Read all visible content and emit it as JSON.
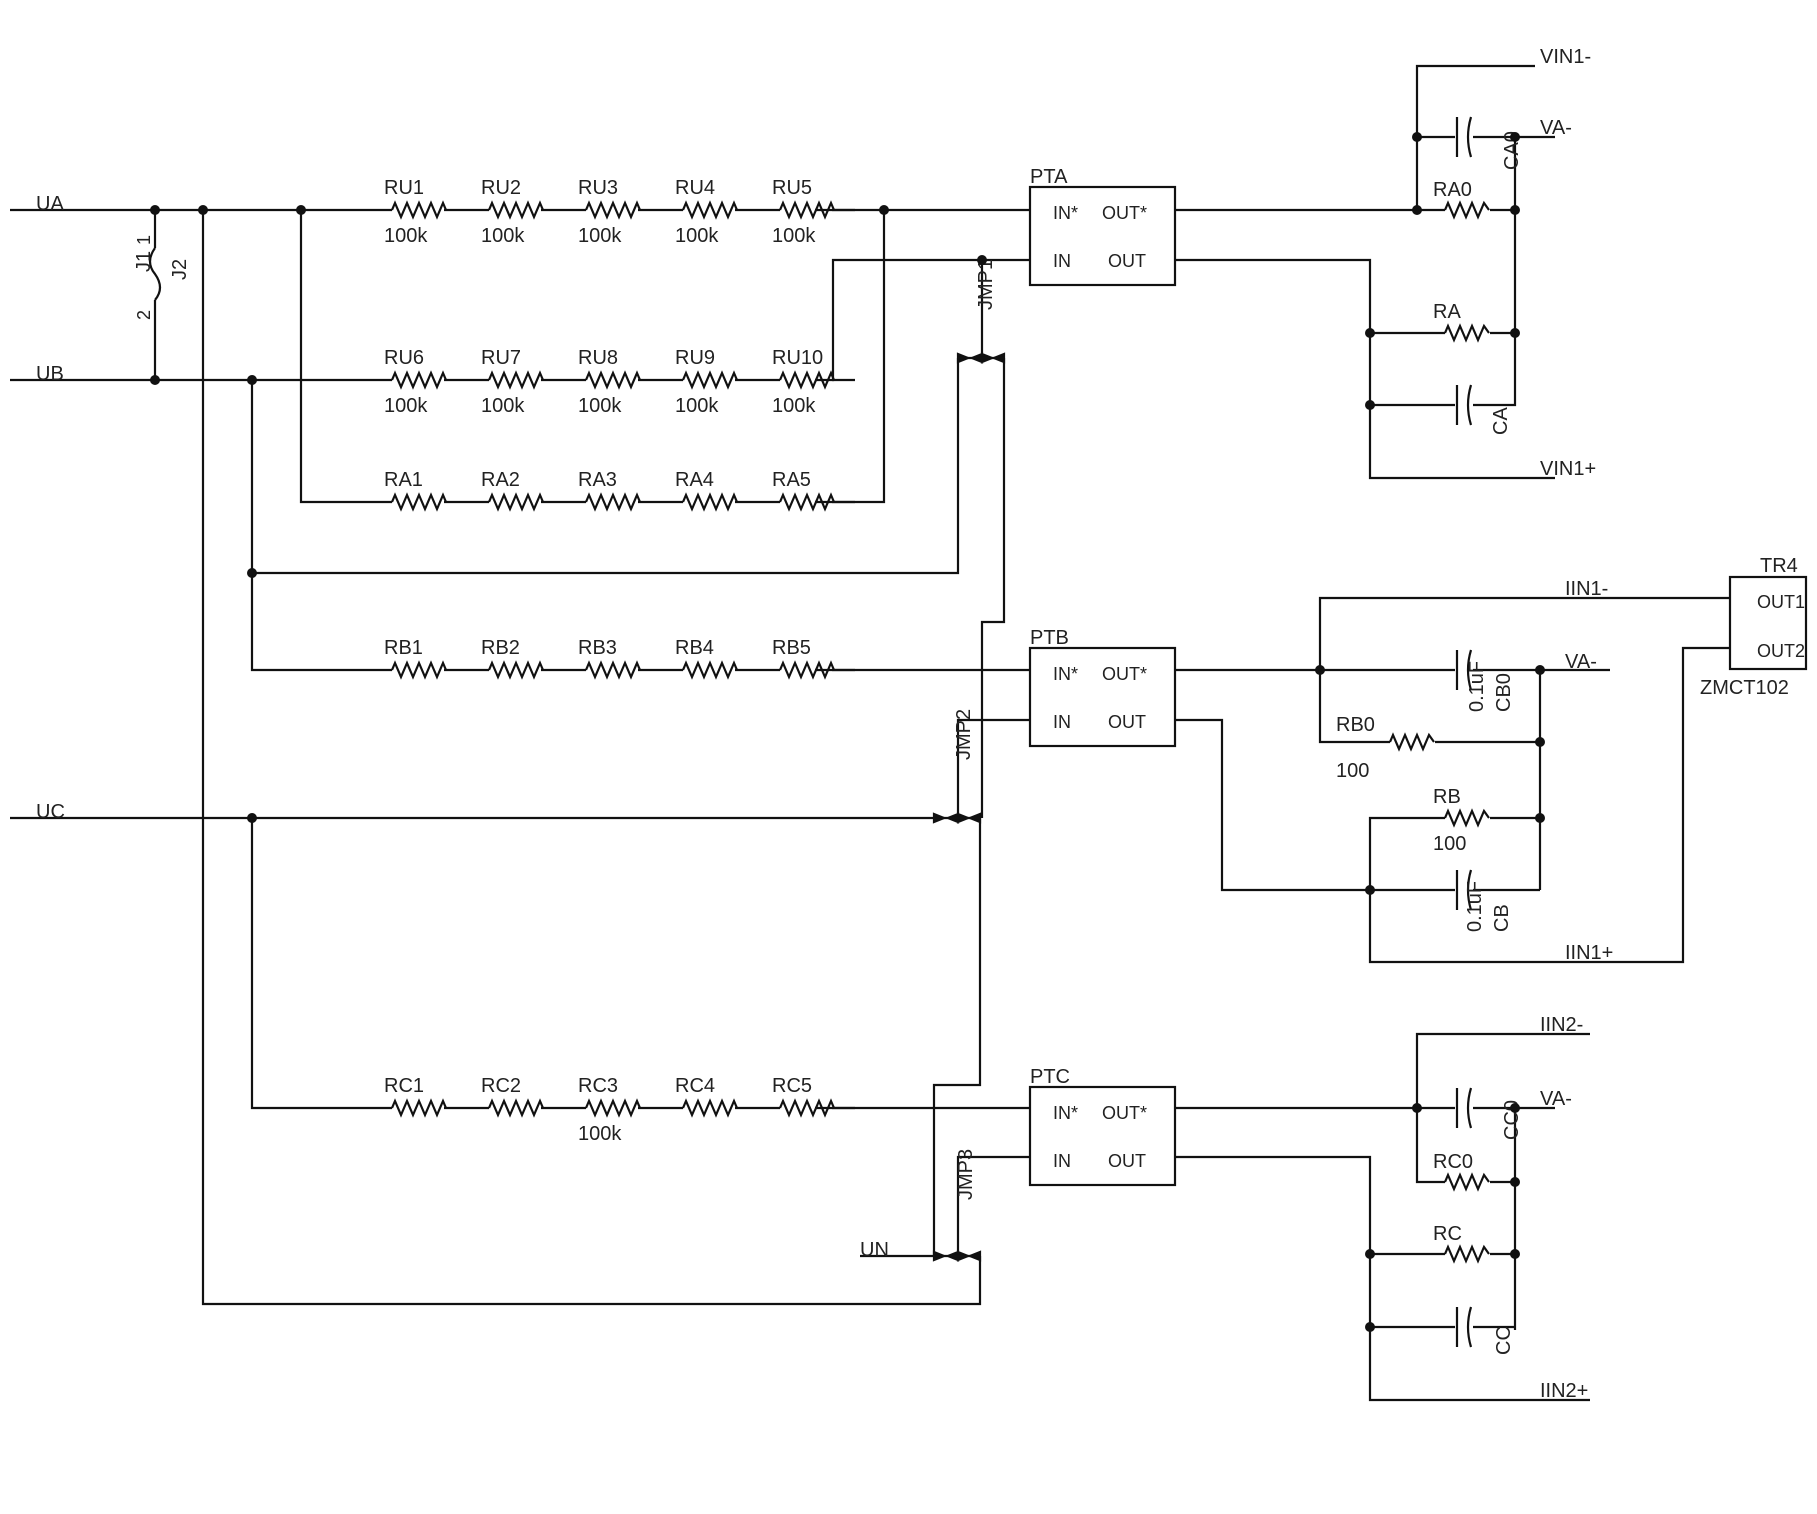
{
  "nets": {
    "ua": "UA",
    "ub": "UB",
    "uc": "UC",
    "un": "UN",
    "vin1_minus": "VIN1-",
    "vin1_plus": "VIN1+",
    "va_minus_a": "VA-",
    "va_minus_b": "VA-",
    "va_minus_c": "VA-",
    "iin1_minus": "IIN1-",
    "iin1_plus": "IIN1+",
    "iin2_minus": "IIN2-",
    "iin2_plus": "IIN2+"
  },
  "jumpers": {
    "j1": "J1",
    "j2": "J2",
    "j_pin1": "1",
    "j_pin2": "2",
    "jmp1": "JMP1",
    "jmp2": "JMP2",
    "jmp3": "JMP3"
  },
  "resistor_rows": {
    "ru_top": [
      {
        "ref": "RU1",
        "value": "100k"
      },
      {
        "ref": "RU2",
        "value": "100k"
      },
      {
        "ref": "RU3",
        "value": "100k"
      },
      {
        "ref": "RU4",
        "value": "100k"
      },
      {
        "ref": "RU5",
        "value": "100k"
      }
    ],
    "ru_bottom": [
      {
        "ref": "RU6",
        "value": "100k"
      },
      {
        "ref": "RU7",
        "value": "100k"
      },
      {
        "ref": "RU8",
        "value": "100k"
      },
      {
        "ref": "RU9",
        "value": "100k"
      },
      {
        "ref": "RU10",
        "value": "100k"
      }
    ],
    "ra": [
      {
        "ref": "RA1",
        "value": ""
      },
      {
        "ref": "RA2",
        "value": ""
      },
      {
        "ref": "RA3",
        "value": ""
      },
      {
        "ref": "RA4",
        "value": ""
      },
      {
        "ref": "RA5",
        "value": ""
      }
    ],
    "rb": [
      {
        "ref": "RB1",
        "value": ""
      },
      {
        "ref": "RB2",
        "value": ""
      },
      {
        "ref": "RB3",
        "value": ""
      },
      {
        "ref": "RB4",
        "value": ""
      },
      {
        "ref": "RB5",
        "value": ""
      }
    ],
    "rc": [
      {
        "ref": "RC1",
        "value": ""
      },
      {
        "ref": "RC2",
        "value": ""
      },
      {
        "ref": "RC3",
        "value": "100k"
      },
      {
        "ref": "RC4",
        "value": ""
      },
      {
        "ref": "RC5",
        "value": ""
      }
    ]
  },
  "transformers": {
    "pta": {
      "ref": "PTA",
      "in_star": "IN*",
      "out_star": "OUT*",
      "in": "IN",
      "out": "OUT"
    },
    "ptb": {
      "ref": "PTB",
      "in_star": "IN*",
      "out_star": "OUT*",
      "in": "IN",
      "out": "OUT"
    },
    "ptc": {
      "ref": "PTC",
      "in_star": "IN*",
      "out_star": "OUT*",
      "in": "IN",
      "out": "OUT"
    },
    "tr4": {
      "ref": "TR4",
      "out1": "OUT1",
      "out2": "OUT2",
      "part": "ZMCT102"
    }
  },
  "secondary": {
    "ra0": "RA0",
    "ca0": "CA0",
    "ra": "RA",
    "ca": "CA",
    "cb0": "CB0",
    "cb0_value": "0.1uF",
    "rb0": "RB0",
    "rb0_value": "100",
    "rb": "RB",
    "rb_value": "100",
    "cb": "CB",
    "cb_value": "0.1uF",
    "cc0": "CC0",
    "rc0": "RC0",
    "rc": "RC",
    "cc": "CC"
  }
}
